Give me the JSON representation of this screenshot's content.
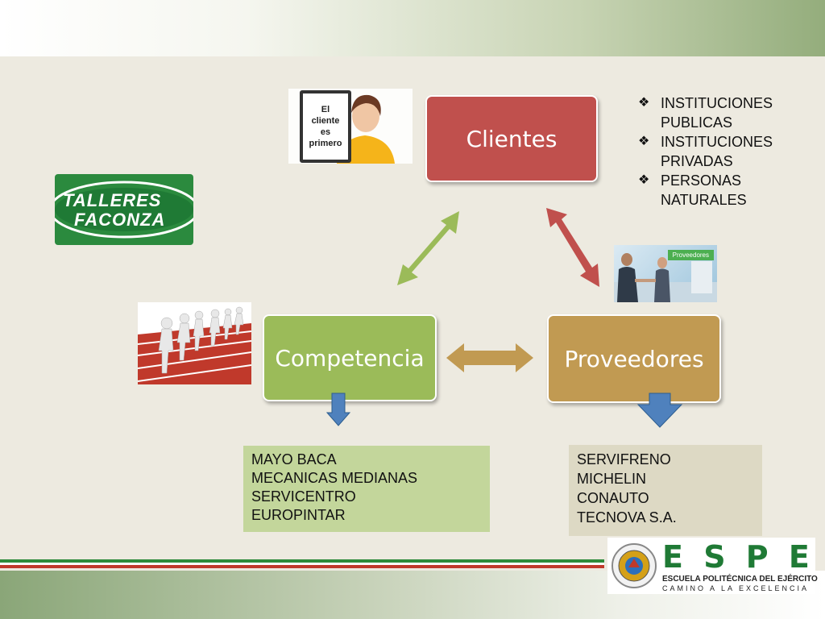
{
  "diagram": {
    "nodes": {
      "clientes": "Clientes",
      "competencia": "Competencia",
      "proveedores": "Proveedores"
    },
    "clientes_list": [
      "INSTITUCIONES PUBLICAS",
      "INSTITUCIONES PRIVADAS",
      "PERSONAS NATURALES"
    ],
    "competencia_list": [
      "MAYO BACA",
      "MECANICAS MEDIANAS",
      "SERVICENTRO",
      "EUROPINTAR"
    ],
    "proveedores_list": [
      "SERVIFRENO",
      "MICHELIN",
      "CONAUTO",
      "TECNOVA S.A."
    ]
  },
  "images": {
    "clipboard_text": "El cliente es primero",
    "proveedores_banner": "Proveedores"
  },
  "logos": {
    "talleres_line1": "TALLERES",
    "talleres_line2": "FACONZA",
    "espe_title": "E S P E",
    "espe_line1": "ESCUELA POLITÉCNICA DEL EJÉRCITO",
    "espe_line2": "CAMINO A LA EXCELENCIA"
  },
  "colors": {
    "clientes": "#c0504d",
    "competencia": "#9bbb59",
    "proveedores": "#c19a52",
    "competencia_box": "#c3d69b",
    "proveedores_box": "#ddd9c4",
    "down_arrow": "#4f81bd"
  }
}
